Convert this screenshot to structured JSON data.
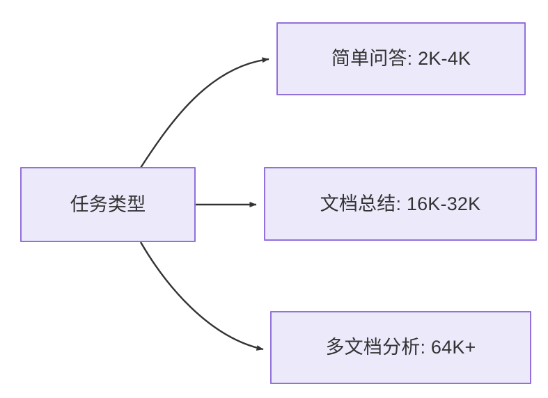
{
  "diagram": {
    "type": "flowchart",
    "direction": "left-to-right",
    "background_color": "#ffffff",
    "node_fill_color": "#ece9fb",
    "node_border_color": "#9370db",
    "node_text_color": "#333333",
    "edge_color": "#333333",
    "nodes": [
      {
        "id": "source",
        "label": "任务类型",
        "role": "root"
      },
      {
        "id": "simple",
        "label": "简单问答: 2K-4K",
        "role": "leaf"
      },
      {
        "id": "summary",
        "label": "文档总结: 16K-32K",
        "role": "leaf"
      },
      {
        "id": "multi",
        "label": "多文档分析: 64K+",
        "role": "leaf"
      }
    ],
    "edges": [
      {
        "from": "source",
        "to": "simple",
        "style": "curved",
        "arrowhead": "filled-triangle"
      },
      {
        "from": "source",
        "to": "summary",
        "style": "straight",
        "arrowhead": "filled-triangle"
      },
      {
        "from": "source",
        "to": "multi",
        "style": "curved",
        "arrowhead": "filled-triangle"
      }
    ]
  }
}
